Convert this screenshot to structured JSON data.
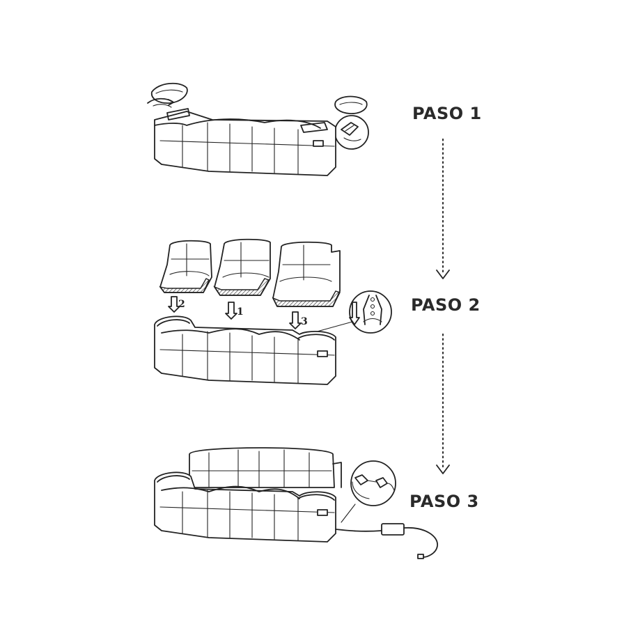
{
  "steps": [
    {
      "label": "PASO 1"
    },
    {
      "label": "PASO 2"
    },
    {
      "label": "PASO 3"
    }
  ],
  "seat_numbers": [
    "2",
    "1",
    "3"
  ]
}
